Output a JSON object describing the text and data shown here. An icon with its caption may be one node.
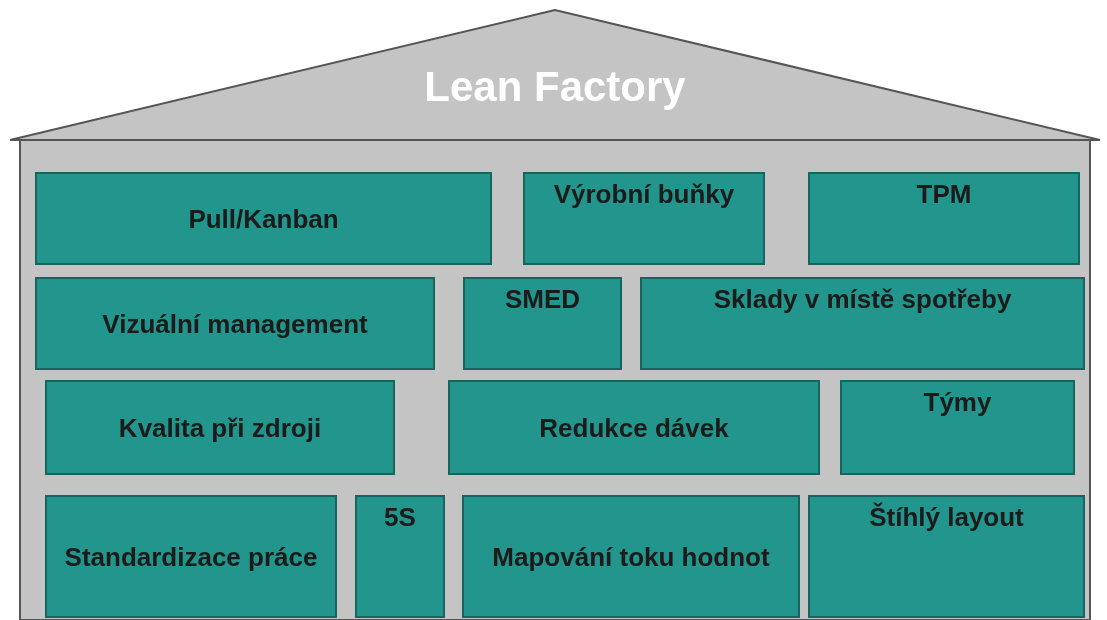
{
  "diagram": {
    "nodes": [
      {
        "text": [
          "Lean Factory"
        ]
      },
      {
        "text": [
          "Pull/Kanban"
        ],
        "in": 0
      },
      {
        "text": [
          "Výrobní buňky"
        ],
        "in": 0
      },
      {
        "text": [
          "TPM"
        ],
        "in": 0
      },
      {
        "text": [
          "Vizuální management"
        ],
        "in": 0
      },
      {
        "text": [
          "SMED"
        ],
        "in": 0
      },
      {
        "text": [
          "Sklady v místě spotřeby"
        ],
        "in": 0
      },
      {
        "text": [
          "Kvalita při zdroji"
        ],
        "in": 0
      },
      {
        "text": [
          "Redukce dávek"
        ],
        "in": 0
      },
      {
        "text": [
          "Týmy"
        ],
        "in": 0
      },
      {
        "text": [
          "Standardizace práce"
        ],
        "in": 0
      },
      {
        "text": [
          "5S"
        ],
        "in": 0
      },
      {
        "text": [
          "Mapování toku hodnot"
        ],
        "in": 0
      },
      {
        "text": [
          "Štíhlý layout"
        ],
        "in": 0
      }
    ],
    "edges": []
  }
}
